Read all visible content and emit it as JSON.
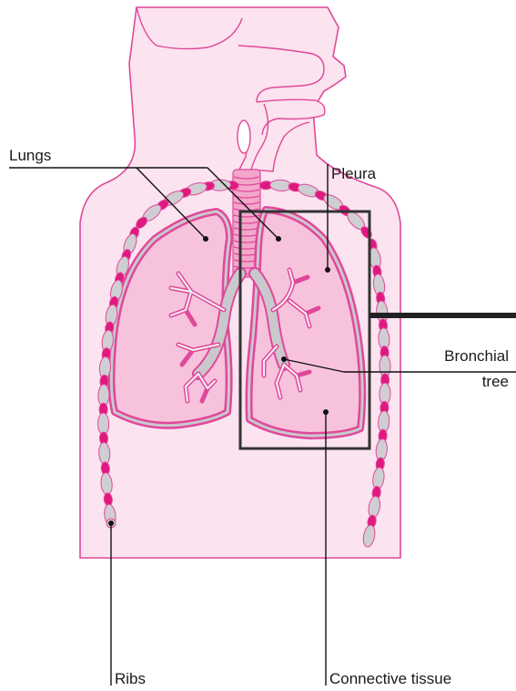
{
  "labels": {
    "lungs": "Lungs",
    "pleura": "Pleura",
    "bronchial_line1": "Bronchial",
    "bronchial_line2": "tree",
    "ribs": "Ribs",
    "connective_tissue": "Connective tissue"
  },
  "colors": {
    "skin_fill": "#fbe3ef",
    "outline": "#e0489a",
    "lung_fill": "#f7c2dc",
    "magenta": "#e0187f",
    "grey": "#cfcfd3",
    "line": "#111111"
  }
}
